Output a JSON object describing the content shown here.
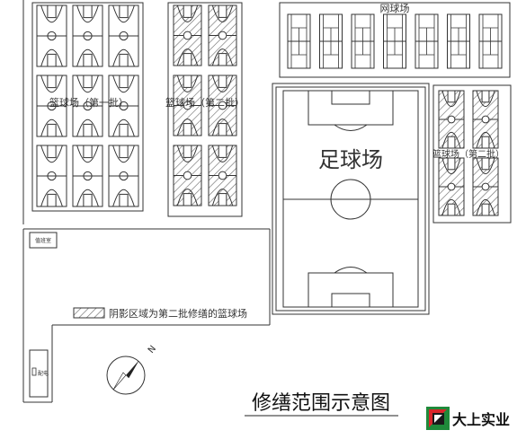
{
  "labels": {
    "basketball_batch1": "篮球场（第一批）",
    "basketball_batch2": "篮球场（第二批）",
    "basketball_batch2_right": "篮球场（第二批）",
    "tennis": "网球场",
    "football": "足球场",
    "guard_room": "值班室",
    "small_building": "配电",
    "legend_text": "阴影区域为第二批修缮的篮球场",
    "north": "N",
    "title": "修缮范围示意图",
    "company": "大上实业"
  },
  "colors": {
    "line": "#333333",
    "hatch": "#555555",
    "logo_green": "#1f8a3a",
    "logo_red": "#d9262b",
    "logo_dark": "#1a1a1a"
  }
}
